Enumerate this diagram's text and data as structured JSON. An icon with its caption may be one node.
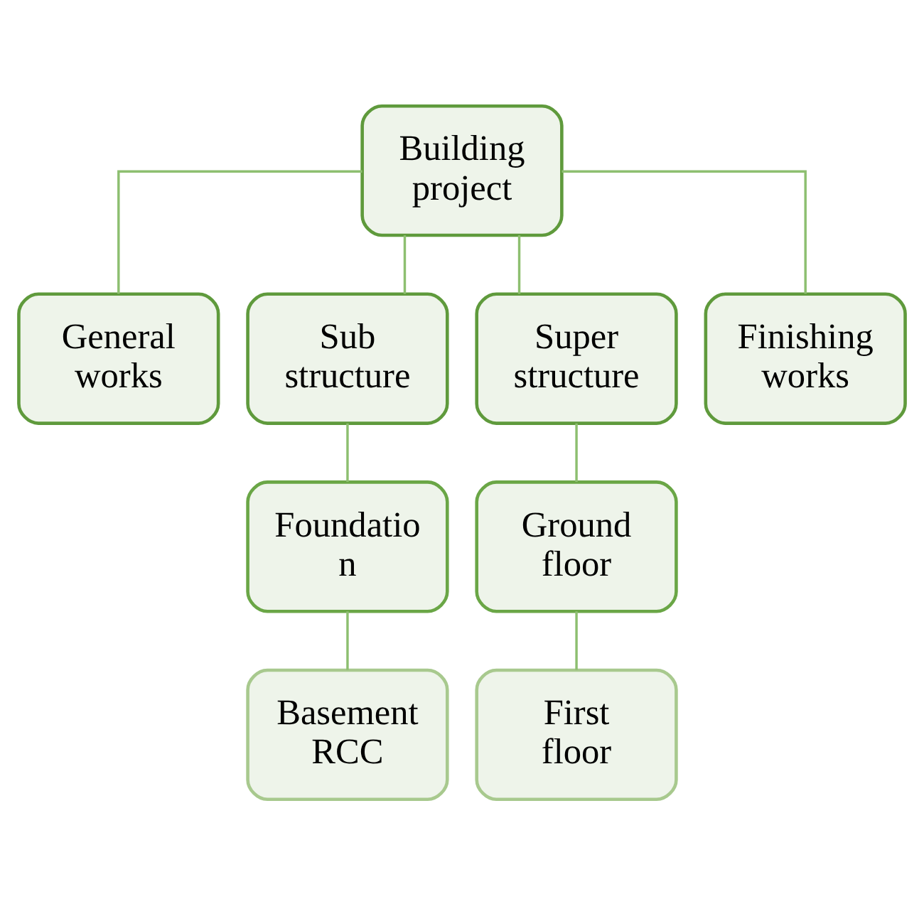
{
  "diagram": {
    "nodes": [
      {
        "text": [
          "Building project"
        ]
      },
      {
        "text": [
          "General works"
        ]
      },
      {
        "text": [
          "Sub structure"
        ]
      },
      {
        "text": [
          "Super structure"
        ]
      },
      {
        "text": [
          "Finishing works"
        ]
      },
      {
        "text": [
          "Foundatio n"
        ]
      },
      {
        "text": [
          "Ground floor"
        ]
      },
      {
        "text": [
          "Basement RCC"
        ]
      },
      {
        "text": [
          "First floor"
        ]
      }
    ],
    "edges": [
      {
        "from": 0,
        "to": 1,
        "arrow": "none"
      },
      {
        "from": 0,
        "to": 2,
        "arrow": "none"
      },
      {
        "from": 0,
        "to": 3,
        "arrow": "none"
      },
      {
        "from": 0,
        "to": 4,
        "arrow": "none"
      },
      {
        "from": 2,
        "to": 5,
        "arrow": "none"
      },
      {
        "from": 5,
        "to": 7,
        "arrow": "none"
      },
      {
        "from": 3,
        "to": 6,
        "arrow": "none"
      },
      {
        "from": 6,
        "to": 8,
        "arrow": "none"
      }
    ]
  }
}
